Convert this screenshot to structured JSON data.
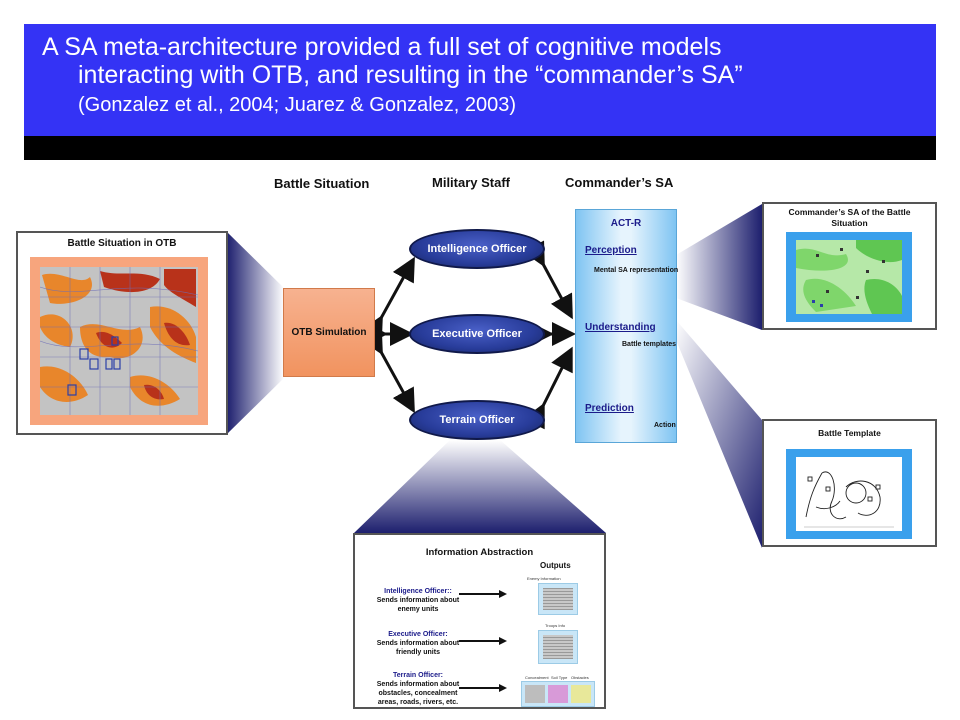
{
  "header": {
    "line1": "A SA meta-architecture provided a full set of cognitive models",
    "line2": "interacting with OTB, and resulting in the “commander’s SA”",
    "line3": "(Gonzalez et al., 2004; Juarez & Gonzalez, 2003)"
  },
  "columns": {
    "battle_situation": "Battle Situation",
    "military_staff": "Military Staff",
    "commanders_sa": "Commander’s SA"
  },
  "otb_panel": {
    "title": "Battle Situation in OTB"
  },
  "otb_simulation": {
    "label": "OTB Simulation"
  },
  "officers": {
    "intelligence": "Intelligence Officer",
    "executive": "Executive Officer",
    "terrain": "Terrain Officer"
  },
  "actr": {
    "title": "ACT-R",
    "perception": "Perception",
    "mental_sa": "Mental SA representation",
    "understanding": "Understanding",
    "battle_templates": "Battle templates",
    "prediction": "Prediction",
    "action": "Action"
  },
  "commanders_panel": {
    "title": "Commander’s SA of the Battle Situation"
  },
  "template_panel": {
    "title": "Battle Template"
  },
  "info_panel": {
    "title": "Information Abstraction",
    "outputs": "Outputs",
    "rows": [
      {
        "who": "Intelligence Officer::",
        "desc1": "Sends information about",
        "desc2": "enemy units",
        "out": "Enemy Information"
      },
      {
        "who": "Executive Officer:",
        "desc1": "Sends information about",
        "desc2": "friendly units",
        "out": "Troops Info"
      },
      {
        "who": "Terrain Officer:",
        "desc1": "Sends information about",
        "desc2": "obstacles, concealment",
        "desc3": "areas, roads, rivers, etc."
      }
    ],
    "terrain_outputs": [
      "Concealment",
      "Soil Type",
      "Obstacles"
    ]
  },
  "colors": {
    "header": "#3433f5",
    "panel_border": "#555555",
    "ellipse": "#283c9a",
    "otb": "#f4a27c"
  }
}
